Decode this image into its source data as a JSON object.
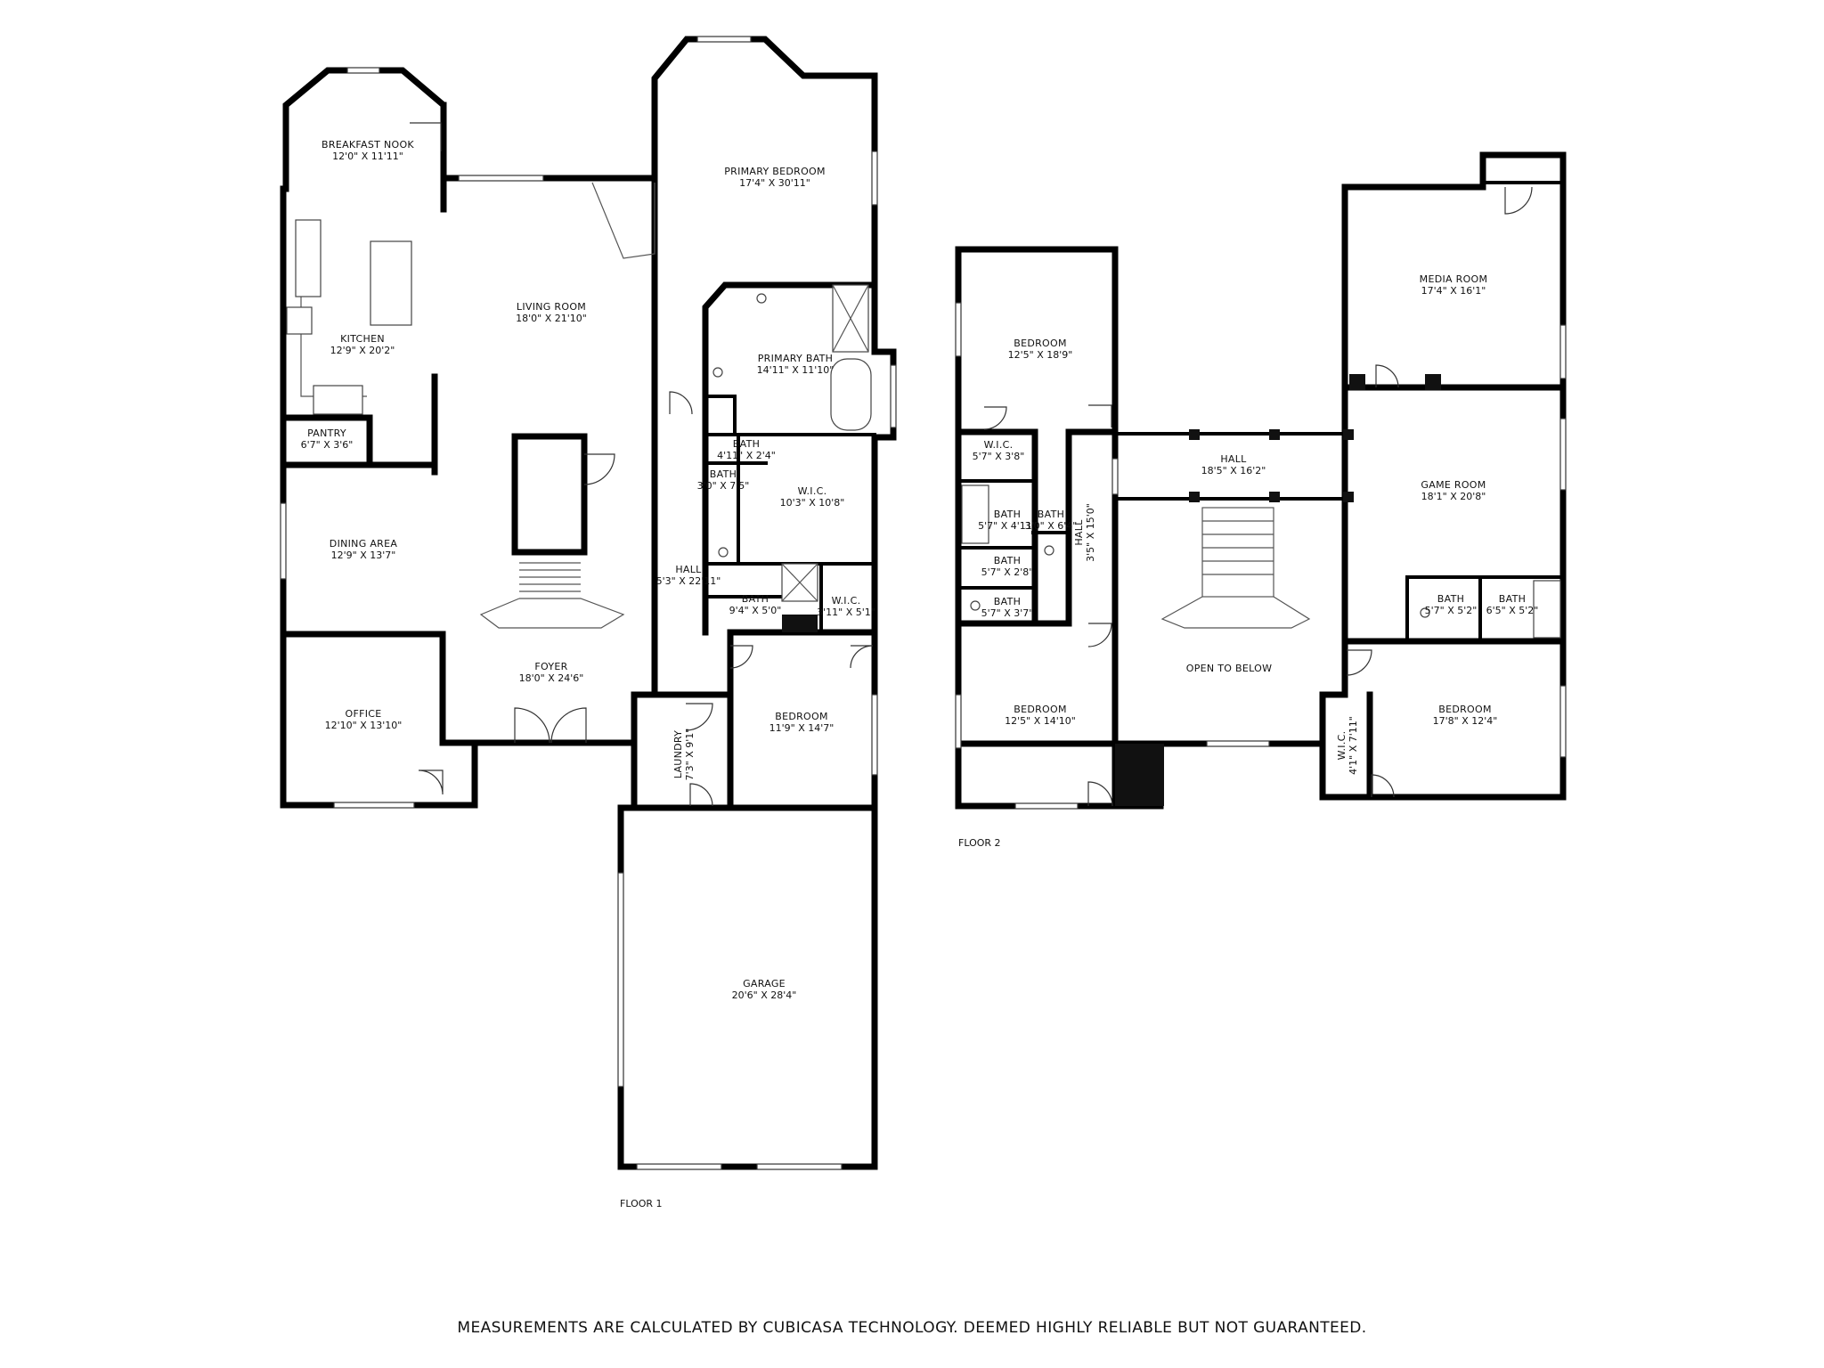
{
  "floors": [
    {
      "label": "FLOOR 1",
      "rooms": [
        {
          "name": "BREAKFAST NOOK",
          "dims": "12'0\" X 11'11\""
        },
        {
          "name": "KITCHEN",
          "dims": "12'9\" X 20'2\""
        },
        {
          "name": "PANTRY",
          "dims": "6'7\" X 3'6\""
        },
        {
          "name": "DINING AREA",
          "dims": "12'9\" X 13'7\""
        },
        {
          "name": "OFFICE",
          "dims": "12'10\" X 13'10\""
        },
        {
          "name": "LIVING ROOM",
          "dims": "18'0\" X 21'10\""
        },
        {
          "name": "FOYER",
          "dims": "18'0\" X 24'6\""
        },
        {
          "name": "PRIMARY BEDROOM",
          "dims": "17'4\" X 30'11\""
        },
        {
          "name": "PRIMARY BATH",
          "dims": "14'11\" X 11'10\""
        },
        {
          "name": "BATH",
          "dims": "4'11\" X 2'4\""
        },
        {
          "name": "BATH",
          "dims": "3'0\" X 7'5\""
        },
        {
          "name": "W.I.C.",
          "dims": "10'3\" X 10'8\""
        },
        {
          "name": "HALL",
          "dims": "5'3\" X 22'11\""
        },
        {
          "name": "BATH",
          "dims": "9'4\" X 5'0\""
        },
        {
          "name": "W.I.C.",
          "dims": "3'11\" X 5'1\""
        },
        {
          "name": "BEDROOM",
          "dims": "11'9\" X 14'7\""
        },
        {
          "name": "LAUNDRY",
          "dims": "7'3\" X 9'1\""
        },
        {
          "name": "GARAGE",
          "dims": "20'6\" X 28'4\""
        }
      ]
    },
    {
      "label": "FLOOR 2",
      "rooms": [
        {
          "name": "BEDROOM",
          "dims": "12'5\" X 18'9\""
        },
        {
          "name": "W.I.C.",
          "dims": "5'7\" X 3'8\""
        },
        {
          "name": "BATH",
          "dims": "5'7\" X 4'11\""
        },
        {
          "name": "BATH",
          "dims": "3'0\" X 6'4\""
        },
        {
          "name": "BATH",
          "dims": "5'7\" X 2'8\""
        },
        {
          "name": "BATH",
          "dims": "5'7\" X 3'7\""
        },
        {
          "name": "HALL",
          "dims": "3'5\" X 15'0\""
        },
        {
          "name": "BEDROOM",
          "dims": "12'5\" X 14'10\""
        },
        {
          "name": "HALL",
          "dims": "18'5\" X 16'2\""
        },
        {
          "name": "OPEN TO BELOW",
          "dims": ""
        },
        {
          "name": "MEDIA ROOM",
          "dims": "17'4\" X 16'1\""
        },
        {
          "name": "GAME ROOM",
          "dims": "18'1\" X 20'8\""
        },
        {
          "name": "BATH",
          "dims": "5'7\" X 5'2\""
        },
        {
          "name": "BATH",
          "dims": "6'5\" X 5'2\""
        },
        {
          "name": "BEDROOM",
          "dims": "17'8\" X 12'4\""
        },
        {
          "name": "W.I.C.",
          "dims": "4'1\" X 7'11\""
        }
      ]
    }
  ],
  "disclaimer": "MEASUREMENTS ARE CALCULATED BY CUBICASA TECHNOLOGY. DEEMED HIGHLY RELIABLE BUT NOT GUARANTEED."
}
